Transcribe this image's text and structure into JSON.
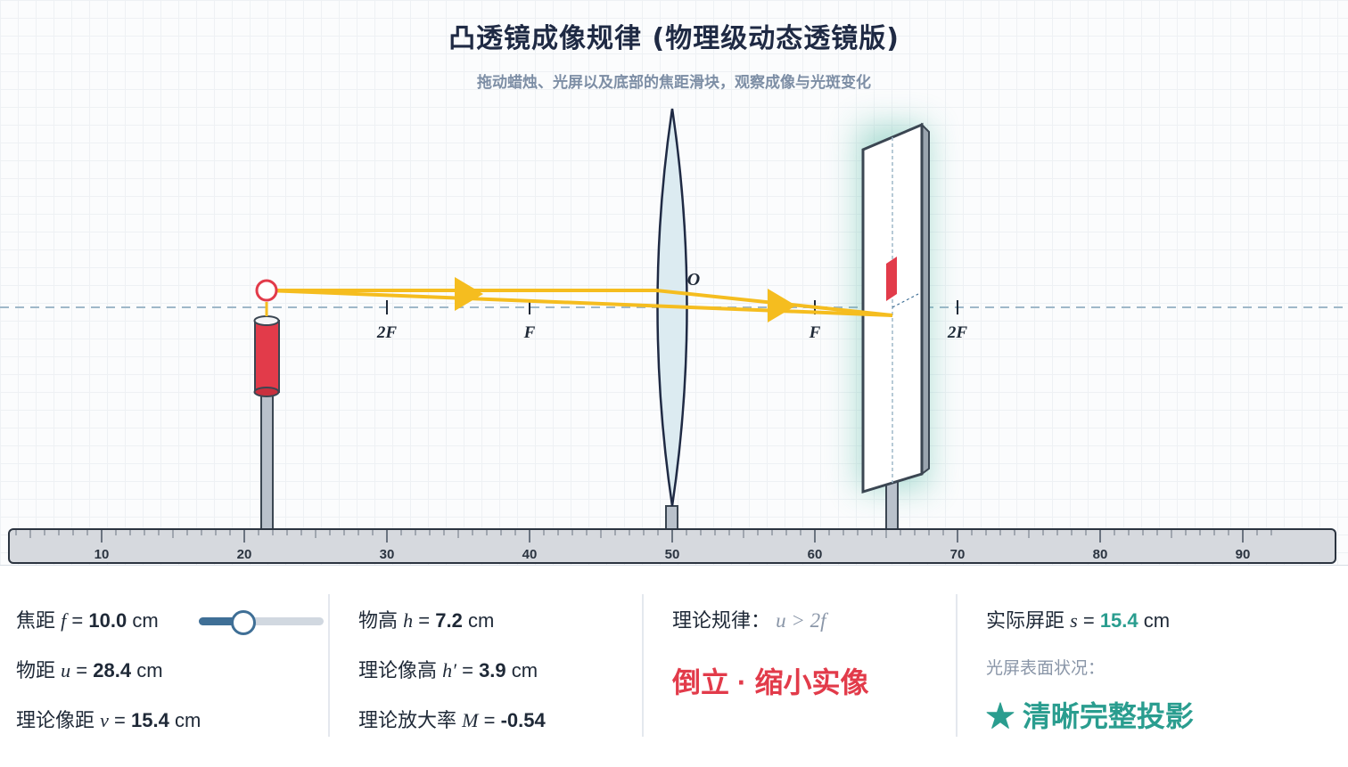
{
  "header": {
    "title": "凸透镜成像规律 (物理级动态透镜版)",
    "subtitle": "拖动蜡烛、光屏以及底部的焦距滑块，观察成像与光斑变化"
  },
  "bench": {
    "ticks": [
      "10",
      "20",
      "30",
      "40",
      "50",
      "60",
      "70",
      "80",
      "90"
    ],
    "lens_center_label": "O",
    "focal_labels": [
      "2F",
      "F",
      "F",
      "2F"
    ]
  },
  "colors": {
    "candle": "#e23b4a",
    "ray": "#f5bd1f",
    "screen_frame": "#3b4652",
    "screen_base": "#3f6f96",
    "lens_fill": "#dcebf1",
    "axis": "#9fb8c9",
    "accent_teal": "#2a9d8f"
  },
  "physics": {
    "bench_origin_cm": 0,
    "candle_cm": 21.6,
    "lens_cm": 50,
    "screen_cm": 65.4,
    "focal_length_cm": 10.0,
    "focal_slider_fraction": 0.35
  },
  "controls": {
    "focal": {
      "label": "焦距",
      "symbol": "f",
      "eq": "=",
      "value": "10.0",
      "unit": "cm"
    },
    "object_distance": {
      "label": "物距",
      "symbol": "u",
      "eq": "=",
      "value": "28.4",
      "unit": "cm"
    },
    "image_distance": {
      "label": "理论像距",
      "symbol": "v",
      "eq": "=",
      "value": "15.4",
      "unit": "cm"
    }
  },
  "heights": {
    "object_height": {
      "label": "物高",
      "symbol": "h",
      "eq": "=",
      "value": "7.2",
      "unit": "cm"
    },
    "image_height": {
      "label": "理论像高",
      "symbol": "h′",
      "eq": "=",
      "value": "3.9",
      "unit": "cm"
    },
    "magnification": {
      "label": "理论放大率",
      "symbol": "M",
      "eq": "=",
      "value": "-0.54"
    }
  },
  "theory": {
    "rule_label": "理论规律：",
    "rule_formula": "u > 2f",
    "result": "倒立 · 缩小实像"
  },
  "screen_status": {
    "distance_label": "实际屏距",
    "symbol": "s",
    "eq": "=",
    "value": "15.4",
    "unit": "cm",
    "surface_label": "光屏表面状况：",
    "status_icon": "star-icon",
    "status_star": "★",
    "status_text": "清晰完整投影"
  }
}
